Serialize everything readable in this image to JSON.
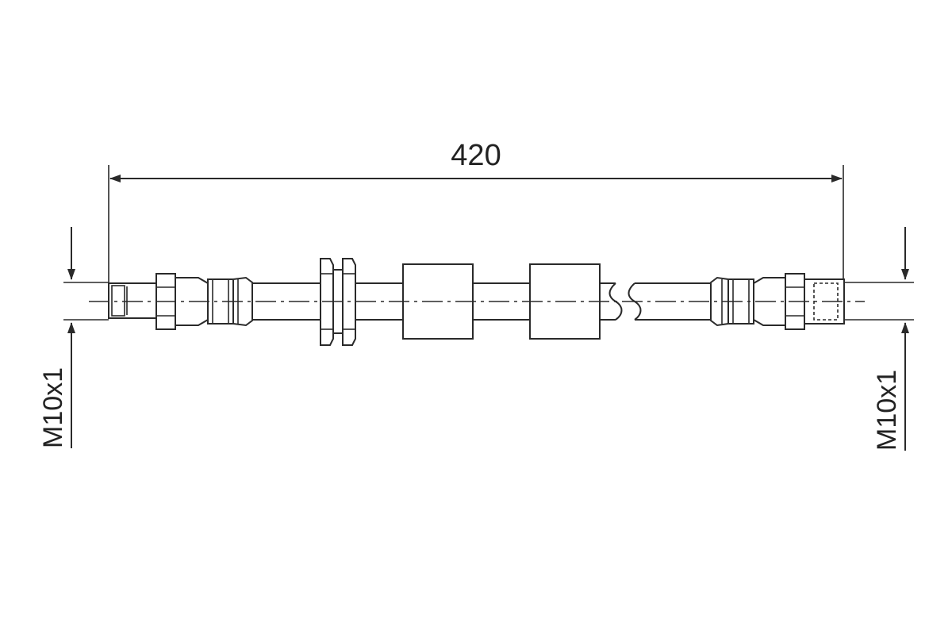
{
  "drawing": {
    "length_dimension": "420",
    "left_thread_label": "M10x1",
    "right_thread_label": "M10x1",
    "line_color": "#2a2a2a",
    "background_color": "#ffffff"
  }
}
